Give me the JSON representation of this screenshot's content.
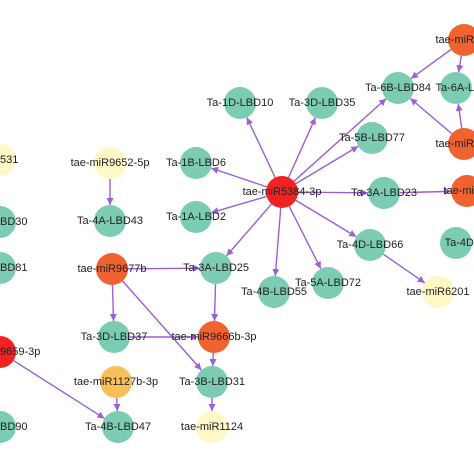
{
  "colors": {
    "edge": "#9b5fd6",
    "lbd": "#7ccbb3",
    "hub_red": "#f22222",
    "mir_orange": "#f0622f",
    "mir_amber": "#f6bf5a",
    "mir_pale": "#fdf8c6"
  },
  "nodes": [
    {
      "id": "n_top_mir",
      "label": "tae-miR",
      "type": "mir_orange"
    },
    {
      "id": "n_6B84",
      "label": "Ta-6B-LBD84",
      "type": "lbd"
    },
    {
      "id": "n_6A",
      "label": "Ta-6A-L",
      "type": "lbd"
    },
    {
      "id": "n_1D10",
      "label": "Ta-1D-LBD10",
      "type": "lbd"
    },
    {
      "id": "n_3D35",
      "label": "Ta-3D-LBD35",
      "type": "lbd"
    },
    {
      "id": "n_5B77",
      "label": "Ta-5B-LBD77",
      "type": "lbd"
    },
    {
      "id": "n_right_mir1",
      "label": "tae-miR",
      "type": "mir_orange"
    },
    {
      "id": "n_531",
      "label": "531",
      "type": "mir_pale"
    },
    {
      "id": "n_9652",
      "label": "tae-miR9652-5p",
      "type": "mir_pale"
    },
    {
      "id": "n_1B6",
      "label": "Ta-1B-LBD6",
      "type": "lbd"
    },
    {
      "id": "n_hub",
      "label": "tae-miR5384-3p",
      "type": "hub_red"
    },
    {
      "id": "n_3A23",
      "label": "Ta-3A-LBD23",
      "type": "lbd"
    },
    {
      "id": "n_right_mir2",
      "label": "tae-mi",
      "type": "mir_orange"
    },
    {
      "id": "n_D30",
      "label": "BD30",
      "type": "lbd"
    },
    {
      "id": "n_4A43",
      "label": "Ta-4A-LBD43",
      "type": "lbd"
    },
    {
      "id": "n_1A2",
      "label": "Ta-1A-LBD2",
      "type": "lbd"
    },
    {
      "id": "n_4D66",
      "label": "Ta-4D-LBD66",
      "type": "lbd"
    },
    {
      "id": "n_4D_right",
      "label": "Ta-4D",
      "type": "lbd"
    },
    {
      "id": "n_D81",
      "label": "BD81",
      "type": "lbd"
    },
    {
      "id": "n_9677",
      "label": "tae-miR9677b",
      "type": "mir_orange"
    },
    {
      "id": "n_3A25",
      "label": "Ta-3A-LBD25",
      "type": "lbd"
    },
    {
      "id": "n_4B55",
      "label": "Ta-4B-LBD55",
      "type": "lbd"
    },
    {
      "id": "n_5A72",
      "label": "Ta-5A-LBD72",
      "type": "lbd"
    },
    {
      "id": "n_6201",
      "label": "tae-miR6201",
      "type": "mir_pale"
    },
    {
      "id": "n_9659",
      "label": "9659-3p",
      "type": "hub_red"
    },
    {
      "id": "n_3D37",
      "label": "Ta-3D-LBD37",
      "type": "lbd"
    },
    {
      "id": "n_9666",
      "label": "tae-miR9666b-3p",
      "type": "mir_orange"
    },
    {
      "id": "n_1127",
      "label": "tae-miR1127b-3p",
      "type": "mir_amber"
    },
    {
      "id": "n_3B31",
      "label": "Ta-3B-LBD31",
      "type": "lbd"
    },
    {
      "id": "n_D90",
      "label": "BD90",
      "type": "lbd"
    },
    {
      "id": "n_4B47",
      "label": "Ta-4B-LBD47",
      "type": "lbd"
    },
    {
      "id": "n_1124",
      "label": "tae-miR1124",
      "type": "mir_pale"
    }
  ],
  "edges": [
    [
      "n_hub",
      "n_1D10"
    ],
    [
      "n_hub",
      "n_3D35"
    ],
    [
      "n_hub",
      "n_6B84"
    ],
    [
      "n_hub",
      "n_5B77"
    ],
    [
      "n_hub",
      "n_1B6"
    ],
    [
      "n_hub",
      "n_1A2"
    ],
    [
      "n_hub",
      "n_3A23"
    ],
    [
      "n_hub",
      "n_4D66"
    ],
    [
      "n_hub",
      "n_5A72"
    ],
    [
      "n_hub",
      "n_4B55"
    ],
    [
      "n_hub",
      "n_3A25"
    ],
    [
      "n_top_mir",
      "n_6B84"
    ],
    [
      "n_top_mir",
      "n_6A"
    ],
    [
      "n_right_mir1",
      "n_6B84"
    ],
    [
      "n_right_mir1",
      "n_6A"
    ],
    [
      "n_3A23",
      "n_right_mir2"
    ],
    [
      "n_9652",
      "n_4A43"
    ],
    [
      "n_4D66",
      "n_6201"
    ],
    [
      "n_9677",
      "n_3A25"
    ],
    [
      "n_9677",
      "n_3D37"
    ],
    [
      "n_9677",
      "n_3B31"
    ],
    [
      "n_3A25",
      "n_9666"
    ],
    [
      "n_3D37",
      "n_9666"
    ],
    [
      "n_9666",
      "n_3B31"
    ],
    [
      "n_1127",
      "n_4B47"
    ],
    [
      "n_9659",
      "n_4B47"
    ],
    [
      "n_3B31",
      "n_1124"
    ]
  ]
}
